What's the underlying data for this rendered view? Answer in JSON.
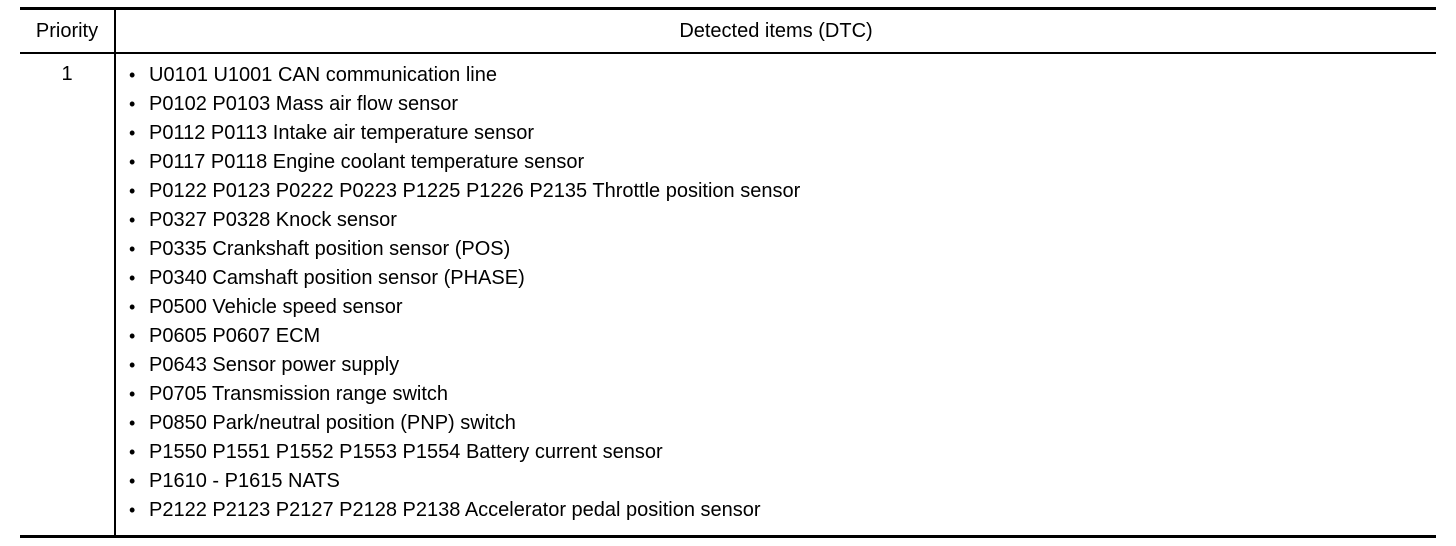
{
  "table": {
    "headers": {
      "priority": "Priority",
      "items": "Detected items (DTC)"
    },
    "rows": [
      {
        "priority": "1",
        "items": [
          "U0101 U1001 CAN communication line",
          "P0102 P0103 Mass air flow sensor",
          "P0112 P0113 Intake air temperature sensor",
          "P0117 P0118 Engine coolant temperature sensor",
          "P0122 P0123 P0222 P0223 P1225 P1226 P2135 Throttle position sensor",
          "P0327 P0328 Knock sensor",
          "P0335 Crankshaft position sensor (POS)",
          "P0340 Camshaft position sensor (PHASE)",
          "P0500 Vehicle speed sensor",
          "P0605 P0607 ECM",
          "P0643 Sensor power supply",
          "P0705 Transmission range switch",
          "P0850 Park/neutral position (PNP) switch",
          "P1550 P1551 P1552 P1553 P1554 Battery current sensor",
          "P1610 - P1615 NATS",
          "P2122 P2123 P2127 P2128 P2138 Accelerator pedal position sensor"
        ]
      }
    ]
  },
  "bullet_glyph": "•"
}
